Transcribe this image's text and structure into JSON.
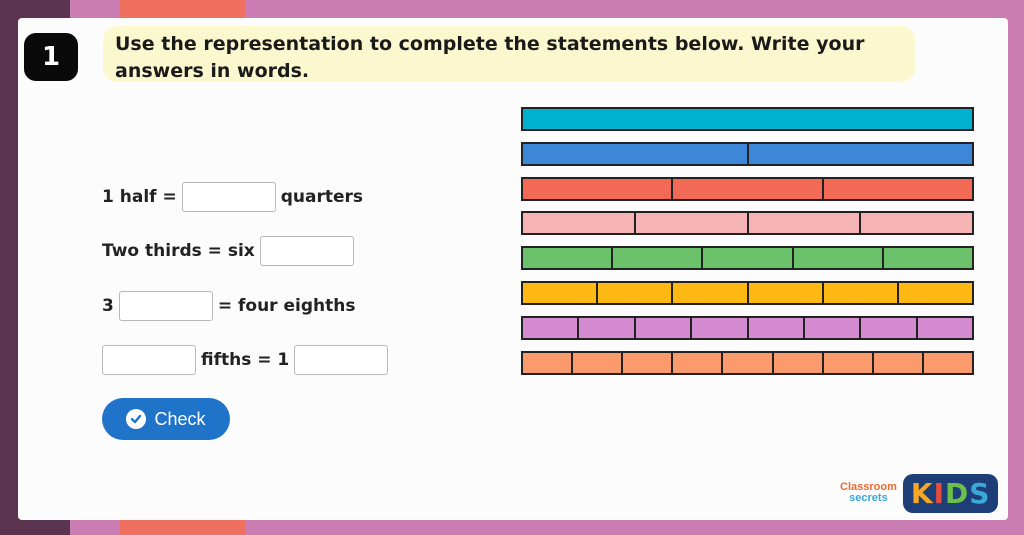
{
  "question": {
    "number": "1",
    "instruction": "Use the representation to complete the statements below. Write your answers in words."
  },
  "statements": [
    {
      "before": "1 half =",
      "after": "quarters"
    },
    {
      "before": "Two thirds = six",
      "after": ""
    },
    {
      "before": "3",
      "after": "= four eighths"
    },
    {
      "before": "",
      "middle": "fifths = 1",
      "after": ""
    }
  ],
  "check_button": {
    "label": "Check"
  },
  "fraction_bars": [
    {
      "parts": 1,
      "color": "#00b2cf"
    },
    {
      "parts": 2,
      "color": "#3d87d8"
    },
    {
      "parts": 3,
      "color": "#f26a55"
    },
    {
      "parts": 4,
      "color": "#f6b3b3"
    },
    {
      "parts": 5,
      "color": "#6cc26a"
    },
    {
      "parts": 6,
      "color": "#fdb813"
    },
    {
      "parts": 8,
      "color": "#d58bd0"
    },
    {
      "parts": 9,
      "color": "#fb9a6c"
    }
  ],
  "logo": {
    "line1": "Classroom",
    "line2": "secrets",
    "kids": [
      "K",
      "I",
      "D",
      "S"
    ]
  }
}
